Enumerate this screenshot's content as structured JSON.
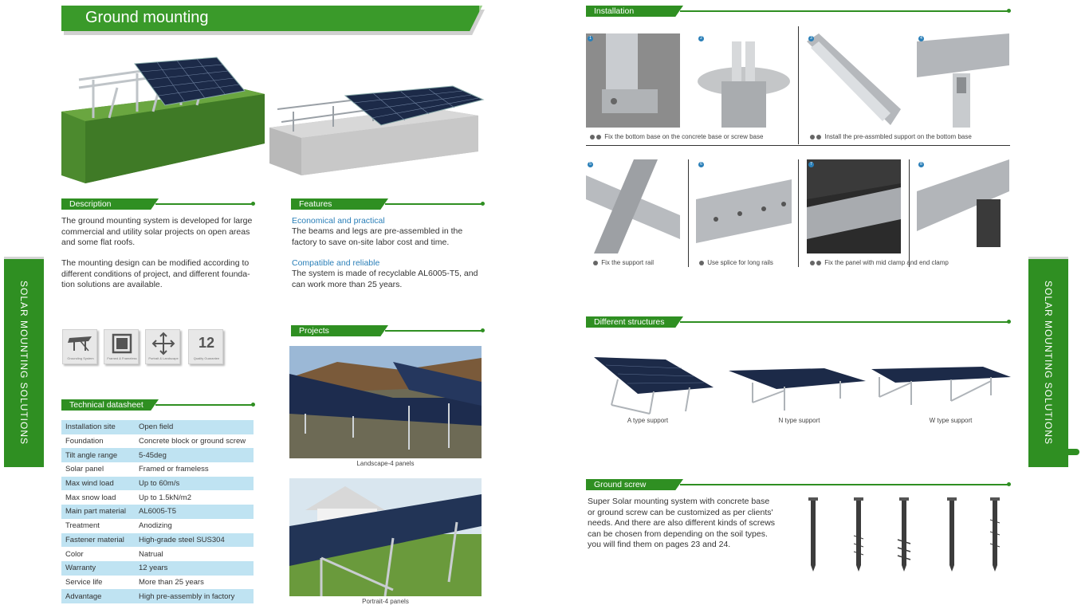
{
  "page_title": "Ground mounting",
  "sections": {
    "description": "Description",
    "features": "Features",
    "projects": "Projects",
    "technical": "Technical datasheet",
    "installation": "Installation",
    "different": "Different structures",
    "ground_screw": "Ground screw"
  },
  "description": {
    "para1": "The ground mounting system is developed for large commercial and utility solar projects on open areas and some flat roofs.",
    "para2": "The mounting design can be modified according to different conditions of project, and different founda-tion solutions are available."
  },
  "features": {
    "h1": "Economical and practical",
    "p1": "The beams and legs are pre-assembled in the factory to save on-site labor cost and time.",
    "h2": "Compatible and reliable",
    "p2": "The system is made of recyclable AL6005-T5, and can work more than 25 years."
  },
  "icons": [
    {
      "name": "grounding-system-icon",
      "label": "Grounding System"
    },
    {
      "name": "framed-frameless-icon",
      "label": "Framed & Frameless"
    },
    {
      "name": "portrait-landscape-icon",
      "label": "Portrait & Landscape"
    },
    {
      "name": "quality-guarantee-icon",
      "big": "12",
      "label": "Quality Guarantee"
    }
  ],
  "datasheet": [
    [
      "Installation site",
      "Open field"
    ],
    [
      "Foundation",
      "Concrete block or ground screw"
    ],
    [
      "Tilt angle range",
      "5-45deg"
    ],
    [
      "Solar panel",
      "Framed or frameless"
    ],
    [
      "Max wind load",
      "Up to 60m/s"
    ],
    [
      "Max snow load",
      "Up to 1.5kN/m2"
    ],
    [
      "Main part material",
      "AL6005-T5"
    ],
    [
      "Treatment",
      "Anodizing"
    ],
    [
      "Fastener material",
      "High-grade steel SUS304"
    ],
    [
      "Color",
      "Natrual"
    ],
    [
      "Warranty",
      "12 years"
    ],
    [
      "Service life",
      "More than 25 years"
    ],
    [
      "Advantage",
      "High pre-assembly in factory"
    ]
  ],
  "projects": {
    "caption1": "Landscape-4 panels",
    "caption2": "Portrait-4 panels"
  },
  "side_label": "SOLAR MOUNTING SOLUTIONS",
  "installation": {
    "steps": [
      "1",
      "2",
      "3",
      "4",
      "5",
      "6",
      "7",
      "8"
    ],
    "cap12": "Fix the bottom base on the concrete base or screw base",
    "cap34": "Install the pre-assmbled support on the bottom base",
    "cap5": "Fix the support rail",
    "cap6": "Use splice for long rails",
    "cap78": "Fix the panel with mid clamp and end clamp"
  },
  "structures": {
    "a": "A type support",
    "n": "N type support",
    "w": "W type support"
  },
  "ground_screw_text": "Super Solar mounting system with concrete base or ground screw can be customized as per clients' needs. And there are also different kinds of screws can be chosen from depending on the soil types. you will find them on pages 23 and 24.",
  "colors": {
    "brand_green": "#2f8f22",
    "table_blue": "#bfe3f2",
    "accent_blue": "#2a7fb8"
  }
}
